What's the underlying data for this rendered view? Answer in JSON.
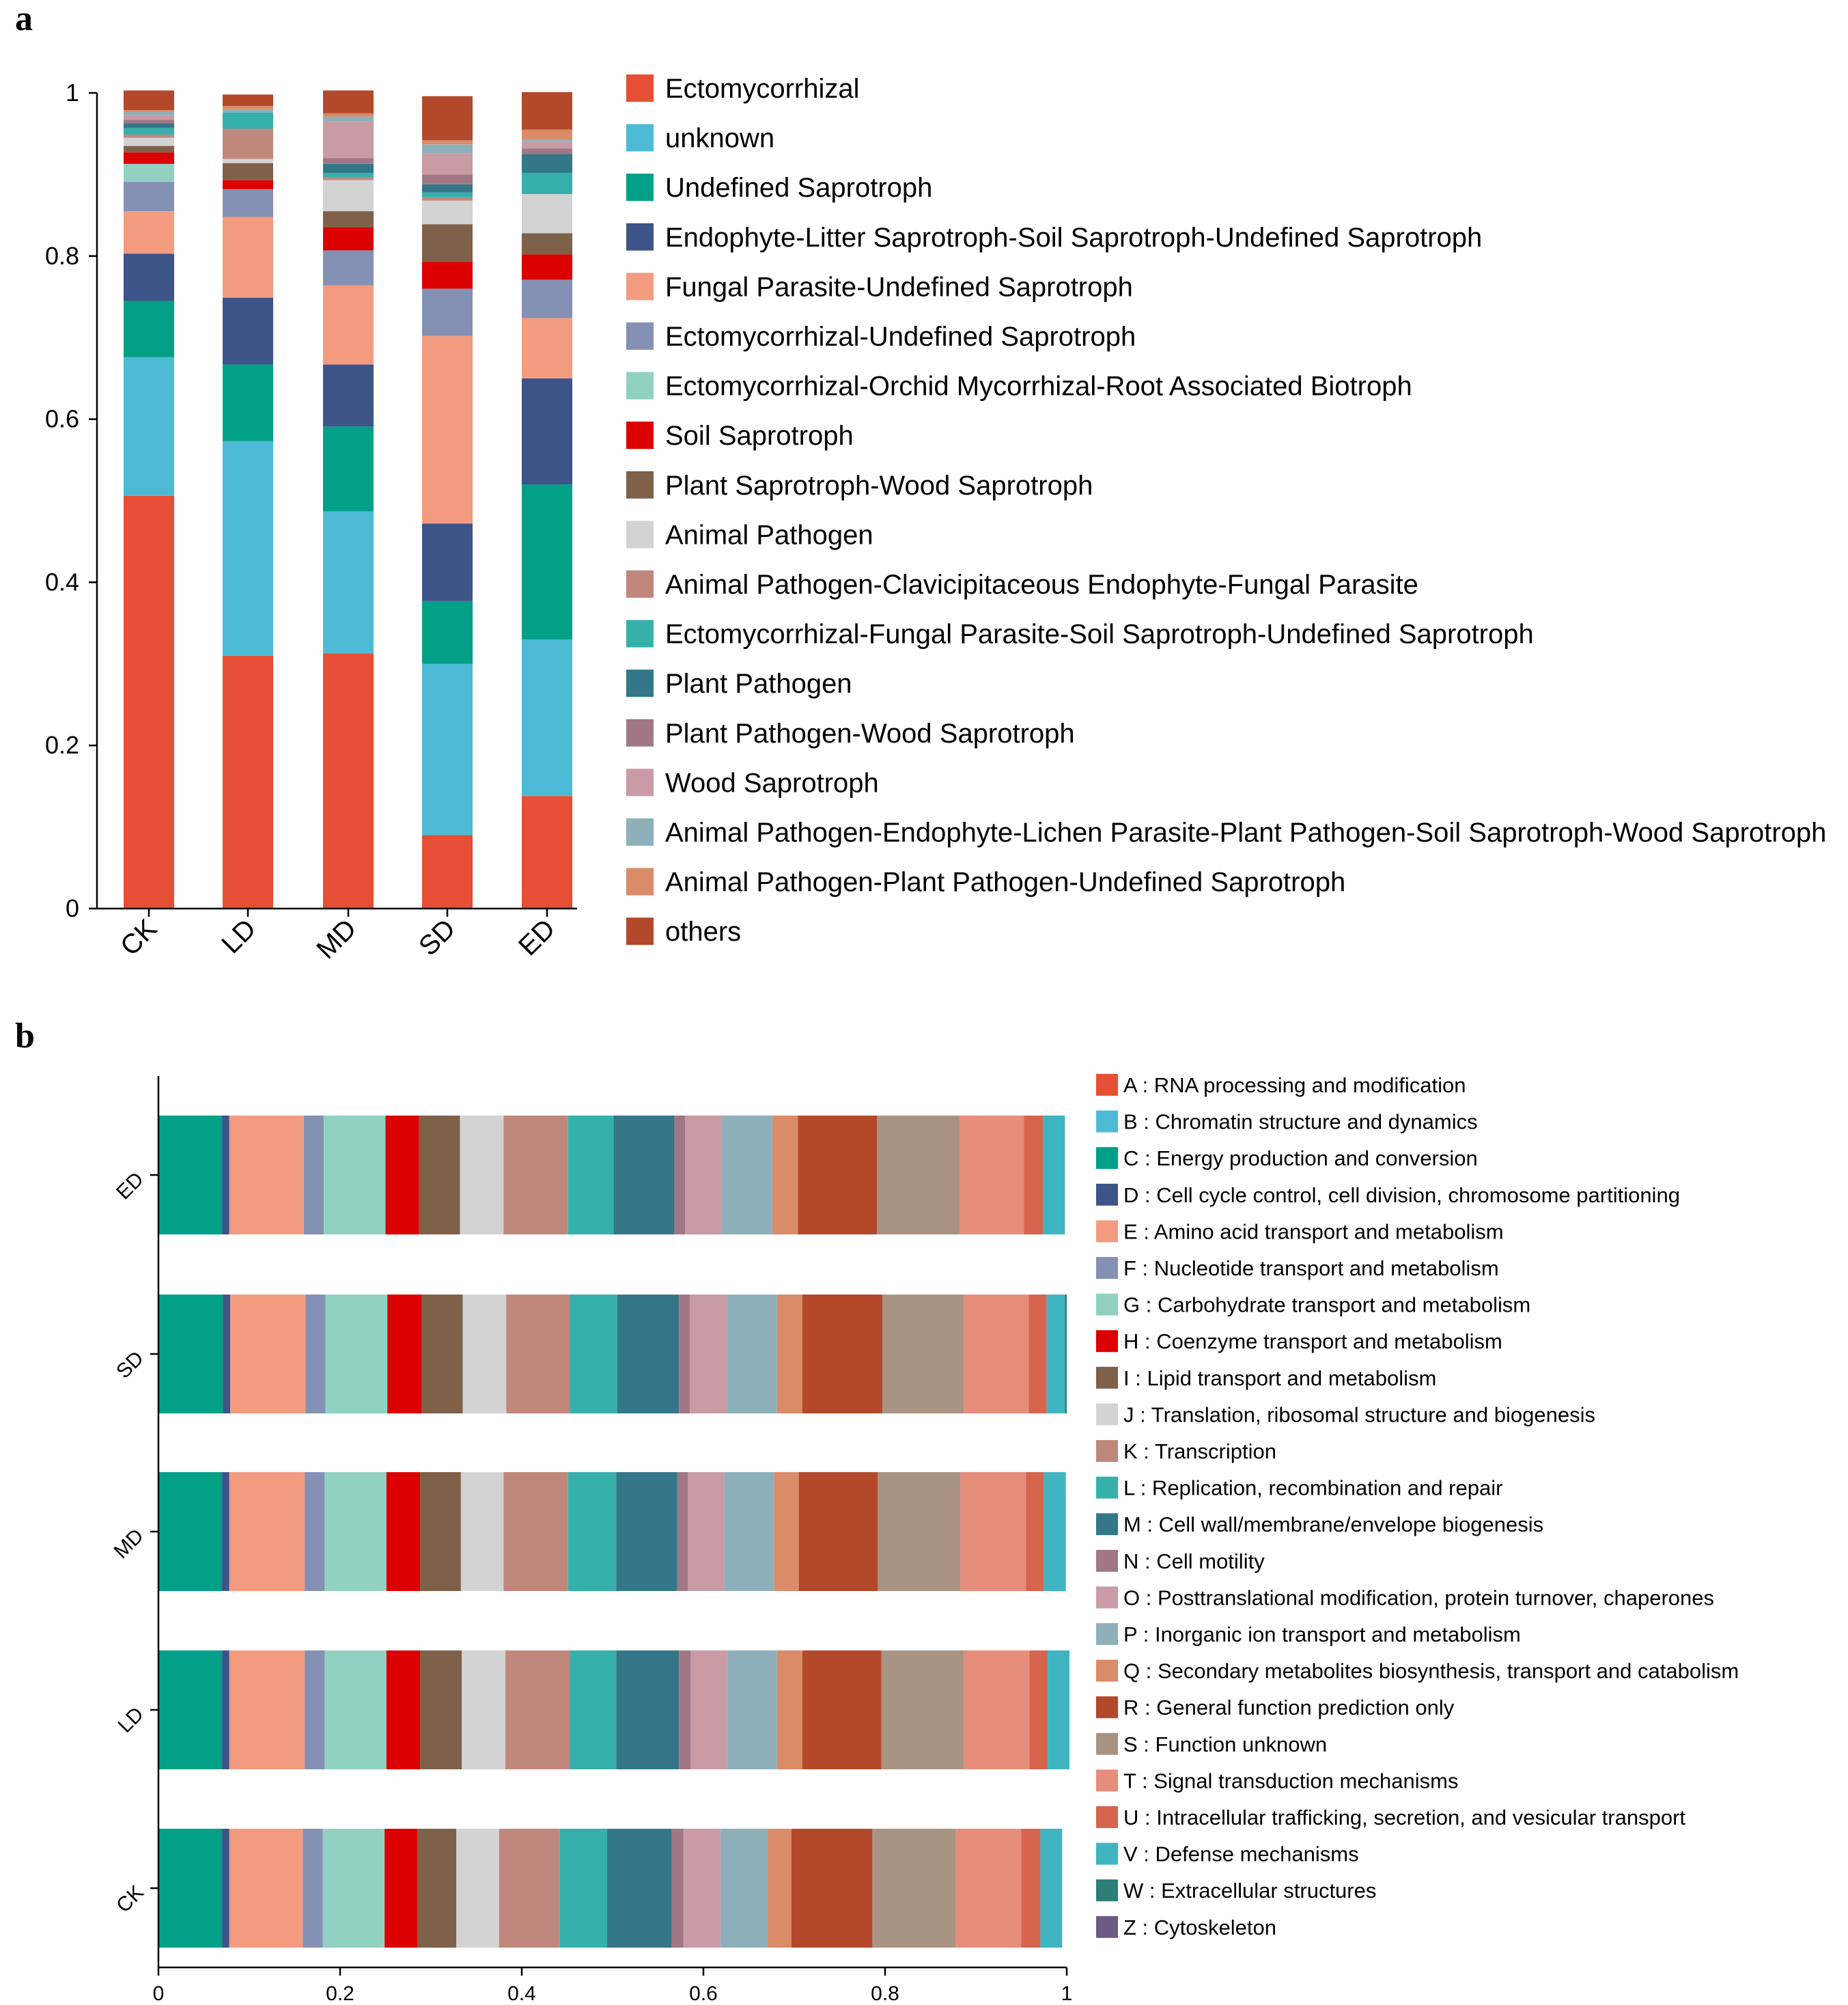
{
  "panels": {
    "a_letter": "a",
    "b_letter": "b"
  },
  "chart_data": [
    {
      "id": "a",
      "type": "bar",
      "stacked": true,
      "orientation": "vertical",
      "categories": [
        "CK",
        "LD",
        "MD",
        "SD",
        "ED"
      ],
      "ylim": [
        0,
        1
      ],
      "yticks": [
        "0",
        "0.2",
        "0.4",
        "0.6",
        "0.8",
        "1"
      ],
      "legend_position": "right",
      "series": [
        {
          "name": "Ectomycorrhizal",
          "color": "#e64f35",
          "values": [
            0.506,
            0.31,
            0.313,
            0.09,
            0.138
          ]
        },
        {
          "name": "unknown",
          "color": "#4dbbd5",
          "values": [
            0.17,
            0.263,
            0.174,
            0.21,
            0.192
          ]
        },
        {
          "name": "Undefined Saprotroph",
          "color": "#01a087",
          "values": [
            0.069,
            0.094,
            0.104,
            0.077,
            0.19
          ]
        },
        {
          "name": "Endophyte-Litter Saprotroph-Soil Saprotroph-Undefined Saprotroph",
          "color": "#3c5488",
          "values": [
            0.058,
            0.082,
            0.076,
            0.095,
            0.13
          ]
        },
        {
          "name": "Fungal Parasite-Undefined Saprotroph",
          "color": "#f39b7f",
          "values": [
            0.052,
            0.099,
            0.097,
            0.23,
            0.074
          ]
        },
        {
          "name": "Ectomycorrhizal-Undefined Saprotroph",
          "color": "#8491b4",
          "values": [
            0.036,
            0.034,
            0.043,
            0.058,
            0.047
          ]
        },
        {
          "name": "Ectomycorrhizal-Orchid Mycorrhizal-Root Associated Biotroph",
          "color": "#91d1c2",
          "values": [
            0.022,
            0.0,
            0.0,
            0.0,
            0.0
          ]
        },
        {
          "name": "Soil Saprotroph",
          "color": "#dc0000",
          "values": [
            0.014,
            0.011,
            0.028,
            0.033,
            0.031
          ]
        },
        {
          "name": "Plant Saprotroph-Wood Saprotroph",
          "color": "#7e6148",
          "values": [
            0.008,
            0.021,
            0.02,
            0.046,
            0.026
          ]
        },
        {
          "name": "Animal Pathogen",
          "color": "#d3d3d3",
          "values": [
            0.01,
            0.005,
            0.038,
            0.029,
            0.048
          ]
        },
        {
          "name": "Animal Pathogen-Clavicipitaceous Endophyte-Fungal Parasite",
          "color": "#c0887d",
          "values": [
            0.004,
            0.037,
            0.004,
            0.004,
            0.0
          ]
        },
        {
          "name": "Ectomycorrhizal-Fungal Parasite-Soil Saprotroph-Undefined Saprotroph",
          "color": "#35b0ab",
          "values": [
            0.008,
            0.02,
            0.005,
            0.006,
            0.026
          ]
        },
        {
          "name": "Plant Pathogen",
          "color": "#347788",
          "values": [
            0.006,
            0.0,
            0.011,
            0.01,
            0.023
          ]
        },
        {
          "name": "Plant Pathogen-Wood Saprotroph",
          "color": "#a17785",
          "values": [
            0.004,
            0.0,
            0.007,
            0.012,
            0.007
          ]
        },
        {
          "name": "Wood Saprotroph",
          "color": "#c99ba4",
          "values": [
            0.006,
            0.0,
            0.045,
            0.026,
            0.008
          ]
        },
        {
          "name": "Animal Pathogen-Endophyte-Lichen Parasite-Plant Pathogen-Soil Saprotroph-Wood Saprotroph",
          "color": "#8db0bb",
          "values": [
            0.004,
            0.004,
            0.006,
            0.011,
            0.003
          ]
        },
        {
          "name": "Animal Pathogen-Plant Pathogen-Undefined Saprotroph",
          "color": "#da8b68",
          "values": [
            0.002,
            0.004,
            0.004,
            0.005,
            0.012
          ]
        },
        {
          "name": "others",
          "color": "#b3492a",
          "values": [
            0.024,
            0.014,
            0.028,
            0.054,
            0.046
          ]
        }
      ]
    },
    {
      "id": "b",
      "type": "bar",
      "stacked": true,
      "orientation": "horizontal",
      "categories": [
        "CK",
        "LD",
        "MD",
        "SD",
        "ED"
      ],
      "xlim": [
        0,
        1
      ],
      "xticks": [
        "0",
        "0.2",
        "0.4",
        "0.6",
        "0.8",
        "1"
      ],
      "legend_position": "right",
      "series": [
        {
          "name": "A : RNA processing and modification",
          "color": "#e64f35",
          "values": [
            0.0,
            0.0,
            0.0,
            0.0,
            0.0
          ]
        },
        {
          "name": "B : Chromatin structure and dynamics",
          "color": "#4dbbd5",
          "values": [
            0.0,
            0.0,
            0.0,
            0.0,
            0.0
          ]
        },
        {
          "name": "C : Energy production and conversion",
          "color": "#01a087",
          "values": [
            0.07,
            0.07,
            0.07,
            0.071,
            0.07
          ]
        },
        {
          "name": "D : Cell cycle control, cell division, chromosome partitioning",
          "color": "#3c5488",
          "values": [
            0.008,
            0.008,
            0.008,
            0.008,
            0.008
          ]
        },
        {
          "name": "E : Amino acid transport and metabolism",
          "color": "#f39b7f",
          "values": [
            0.081,
            0.083,
            0.083,
            0.083,
            0.082
          ]
        },
        {
          "name": "F : Nucleotide transport and metabolism",
          "color": "#8491b4",
          "values": [
            0.022,
            0.022,
            0.022,
            0.022,
            0.022
          ]
        },
        {
          "name": "G : Carbohydrate transport and metabolism",
          "color": "#91d1c2",
          "values": [
            0.068,
            0.068,
            0.068,
            0.068,
            0.068
          ]
        },
        {
          "name": "H : Coenzyme transport and metabolism",
          "color": "#dc0000",
          "values": [
            0.036,
            0.037,
            0.037,
            0.038,
            0.037
          ]
        },
        {
          "name": "I : Lipid transport and metabolism",
          "color": "#7e6148",
          "values": [
            0.043,
            0.046,
            0.045,
            0.045,
            0.045
          ]
        },
        {
          "name": "J : Translation, ribosomal structure and biogenesis",
          "color": "#d3d3d3",
          "values": [
            0.047,
            0.048,
            0.047,
            0.048,
            0.048
          ]
        },
        {
          "name": "K : Transcription",
          "color": "#c0887d",
          "values": [
            0.067,
            0.071,
            0.071,
            0.07,
            0.071
          ]
        },
        {
          "name": "L : Replication, recombination and repair",
          "color": "#35b0ab",
          "values": [
            0.052,
            0.051,
            0.053,
            0.052,
            0.05
          ]
        },
        {
          "name": "M : Cell wall/membrane/envelope biogenesis",
          "color": "#347788",
          "values": [
            0.071,
            0.069,
            0.067,
            0.068,
            0.067
          ]
        },
        {
          "name": "N : Cell motility",
          "color": "#a17785",
          "values": [
            0.013,
            0.013,
            0.012,
            0.012,
            0.012
          ]
        },
        {
          "name": "O : Posttranslational modification, protein turnover, chaperones",
          "color": "#c99ba4",
          "values": [
            0.041,
            0.041,
            0.04,
            0.041,
            0.04
          ]
        },
        {
          "name": "P : Inorganic ion transport and metabolism",
          "color": "#8db0bb",
          "values": [
            0.052,
            0.054,
            0.055,
            0.055,
            0.056
          ]
        },
        {
          "name": "Q : Secondary metabolites biosynthesis, transport and catabolism",
          "color": "#da8b68",
          "values": [
            0.026,
            0.028,
            0.027,
            0.028,
            0.028
          ]
        },
        {
          "name": "R : General function prediction only",
          "color": "#b3492a",
          "values": [
            0.089,
            0.087,
            0.087,
            0.088,
            0.087
          ]
        },
        {
          "name": "S : Function unknown",
          "color": "#a99483",
          "values": [
            0.092,
            0.091,
            0.091,
            0.09,
            0.091
          ]
        },
        {
          "name": "T : Signal transduction mechanisms",
          "color": "#e68d7b",
          "values": [
            0.072,
            0.072,
            0.072,
            0.071,
            0.071
          ]
        },
        {
          "name": "U : Intracellular trafficking, secretion, and vesicular transport",
          "color": "#d5654d",
          "values": [
            0.021,
            0.02,
            0.02,
            0.02,
            0.021
          ]
        },
        {
          "name": "V : Defense mechanisms",
          "color": "#40b5c2",
          "values": [
            0.024,
            0.024,
            0.024,
            0.02,
            0.024
          ]
        },
        {
          "name": "W : Extracellular structures",
          "color": "#2c7e78",
          "values": [
            0.0,
            0.0,
            0.0,
            0.002,
            0.0
          ]
        },
        {
          "name": "Z : Cytoskeleton",
          "color": "#6b5a82",
          "values": [
            0.0,
            0.0,
            0.0,
            0.0,
            0.0
          ]
        }
      ]
    }
  ]
}
